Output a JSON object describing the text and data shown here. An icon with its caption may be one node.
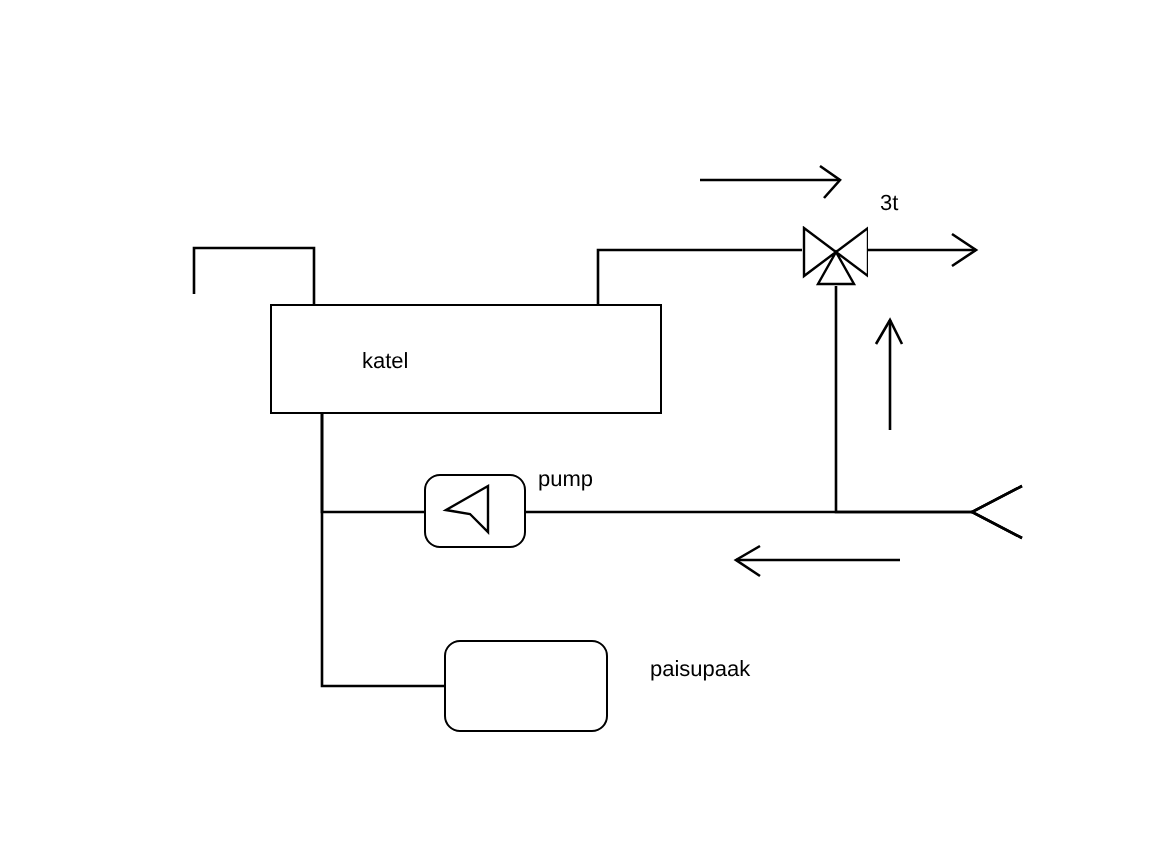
{
  "diagram": {
    "nodes": [
      {
        "text": [
          "katel"
        ]
      },
      {
        "text": [],
        "shape": "valve",
        "beside": [
          "3t"
        ]
      },
      {
        "text": [],
        "shape": "box",
        "beside": [
          "pump"
        ]
      },
      {
        "text": [],
        "shape": "box",
        "beside": [
          "paisupaak"
        ]
      }
    ],
    "edges": [
      {
        "from": 0,
        "to": null,
        "arrow": "none"
      },
      {
        "from": 0,
        "to": 1,
        "arrow": "none"
      },
      {
        "from": 1,
        "to": null,
        "arrow": "to"
      },
      {
        "from": null,
        "to": 1,
        "arrow": "other"
      },
      {
        "from": null,
        "to": 2,
        "arrow": "other"
      },
      {
        "from": 2,
        "to": 0,
        "arrow": "none"
      },
      {
        "from": 3,
        "to": 0,
        "arrow": "none"
      }
    ]
  }
}
